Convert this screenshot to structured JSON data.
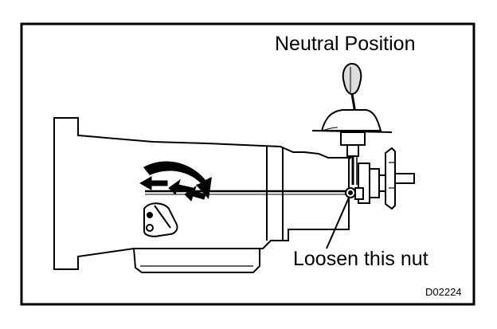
{
  "figure": {
    "caption_neutral": "Neutral Position",
    "caption_nut": "Loosen this nut",
    "figure_code": "D02224"
  }
}
